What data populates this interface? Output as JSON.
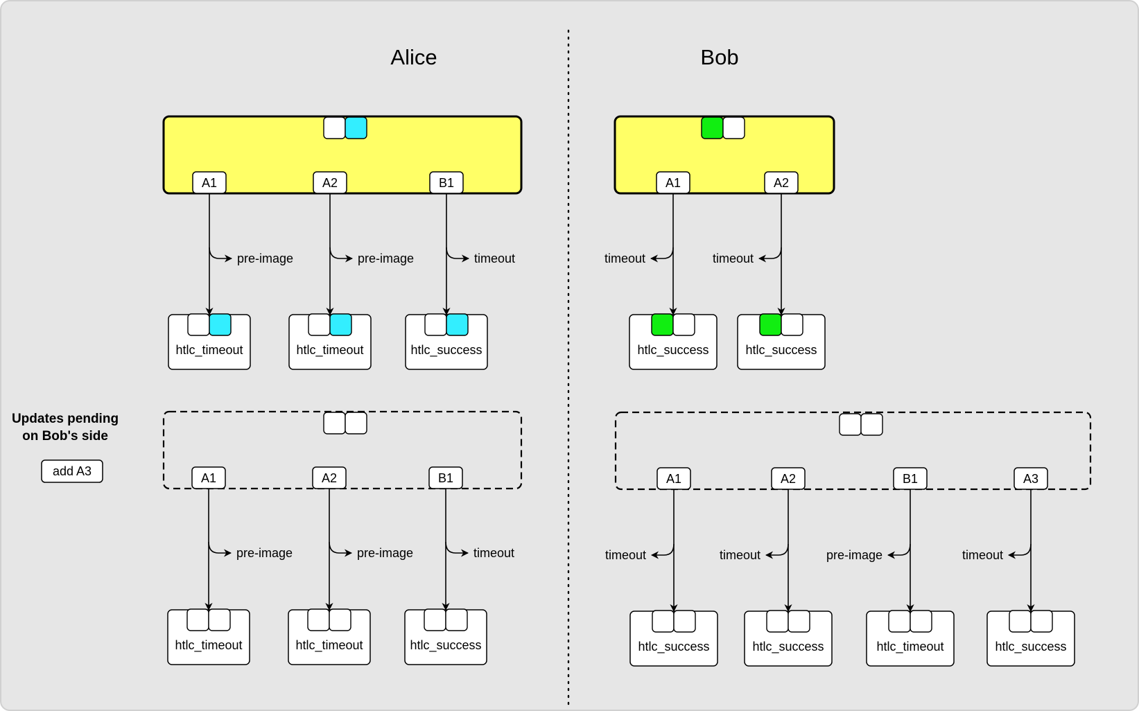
{
  "alice": {
    "title": "Alice",
    "committed": {
      "slots": [
        "#ffffff",
        "#33eeff"
      ],
      "outputs": [
        {
          "label": "A1",
          "branch": "pre-image",
          "tx": "htlc_timeout",
          "slots": [
            "#ffffff",
            "#33eeff"
          ]
        },
        {
          "label": "A2",
          "branch": "pre-image",
          "tx": "htlc_timeout",
          "slots": [
            "#ffffff",
            "#33eeff"
          ]
        },
        {
          "label": "B1",
          "branch": "timeout",
          "tx": "htlc_success",
          "slots": [
            "#ffffff",
            "#33eeff"
          ]
        }
      ]
    },
    "pending": {
      "slots": [
        "#ffffff",
        "#ffffff"
      ],
      "outputs": [
        {
          "label": "A1",
          "branch": "pre-image",
          "tx": "htlc_timeout",
          "slots": [
            "#ffffff",
            "#ffffff"
          ]
        },
        {
          "label": "A2",
          "branch": "pre-image",
          "tx": "htlc_timeout",
          "slots": [
            "#ffffff",
            "#ffffff"
          ]
        },
        {
          "label": "B1",
          "branch": "timeout",
          "tx": "htlc_success",
          "slots": [
            "#ffffff",
            "#ffffff"
          ]
        }
      ]
    }
  },
  "bob": {
    "title": "Bob",
    "committed": {
      "slots": [
        "#11ee11",
        "#ffffff"
      ],
      "outputs": [
        {
          "label": "A1",
          "branch": "timeout",
          "tx": "htlc_success",
          "slots": [
            "#11ee11",
            "#ffffff"
          ]
        },
        {
          "label": "A2",
          "branch": "timeout",
          "tx": "htlc_success",
          "slots": [
            "#11ee11",
            "#ffffff"
          ]
        }
      ]
    },
    "pending": {
      "slots": [
        "#ffffff",
        "#ffffff"
      ],
      "outputs": [
        {
          "label": "A1",
          "branch": "timeout",
          "tx": "htlc_success",
          "slots": [
            "#ffffff",
            "#ffffff"
          ]
        },
        {
          "label": "A2",
          "branch": "timeout",
          "tx": "htlc_success",
          "slots": [
            "#ffffff",
            "#ffffff"
          ]
        },
        {
          "label": "B1",
          "branch": "pre-image",
          "tx": "htlc_timeout",
          "slots": [
            "#ffffff",
            "#ffffff"
          ]
        },
        {
          "label": "A3",
          "branch": "timeout",
          "tx": "htlc_success",
          "slots": [
            "#ffffff",
            "#ffffff"
          ]
        }
      ]
    }
  },
  "pending_note": {
    "title_line1": "Updates pending",
    "title_line2": "on Bob's side",
    "update": "add A3"
  },
  "colors": {
    "background": "#e6e6e6",
    "commitment_fill": "#ffff66",
    "cyan": "#33eeff",
    "green": "#11ee11"
  }
}
